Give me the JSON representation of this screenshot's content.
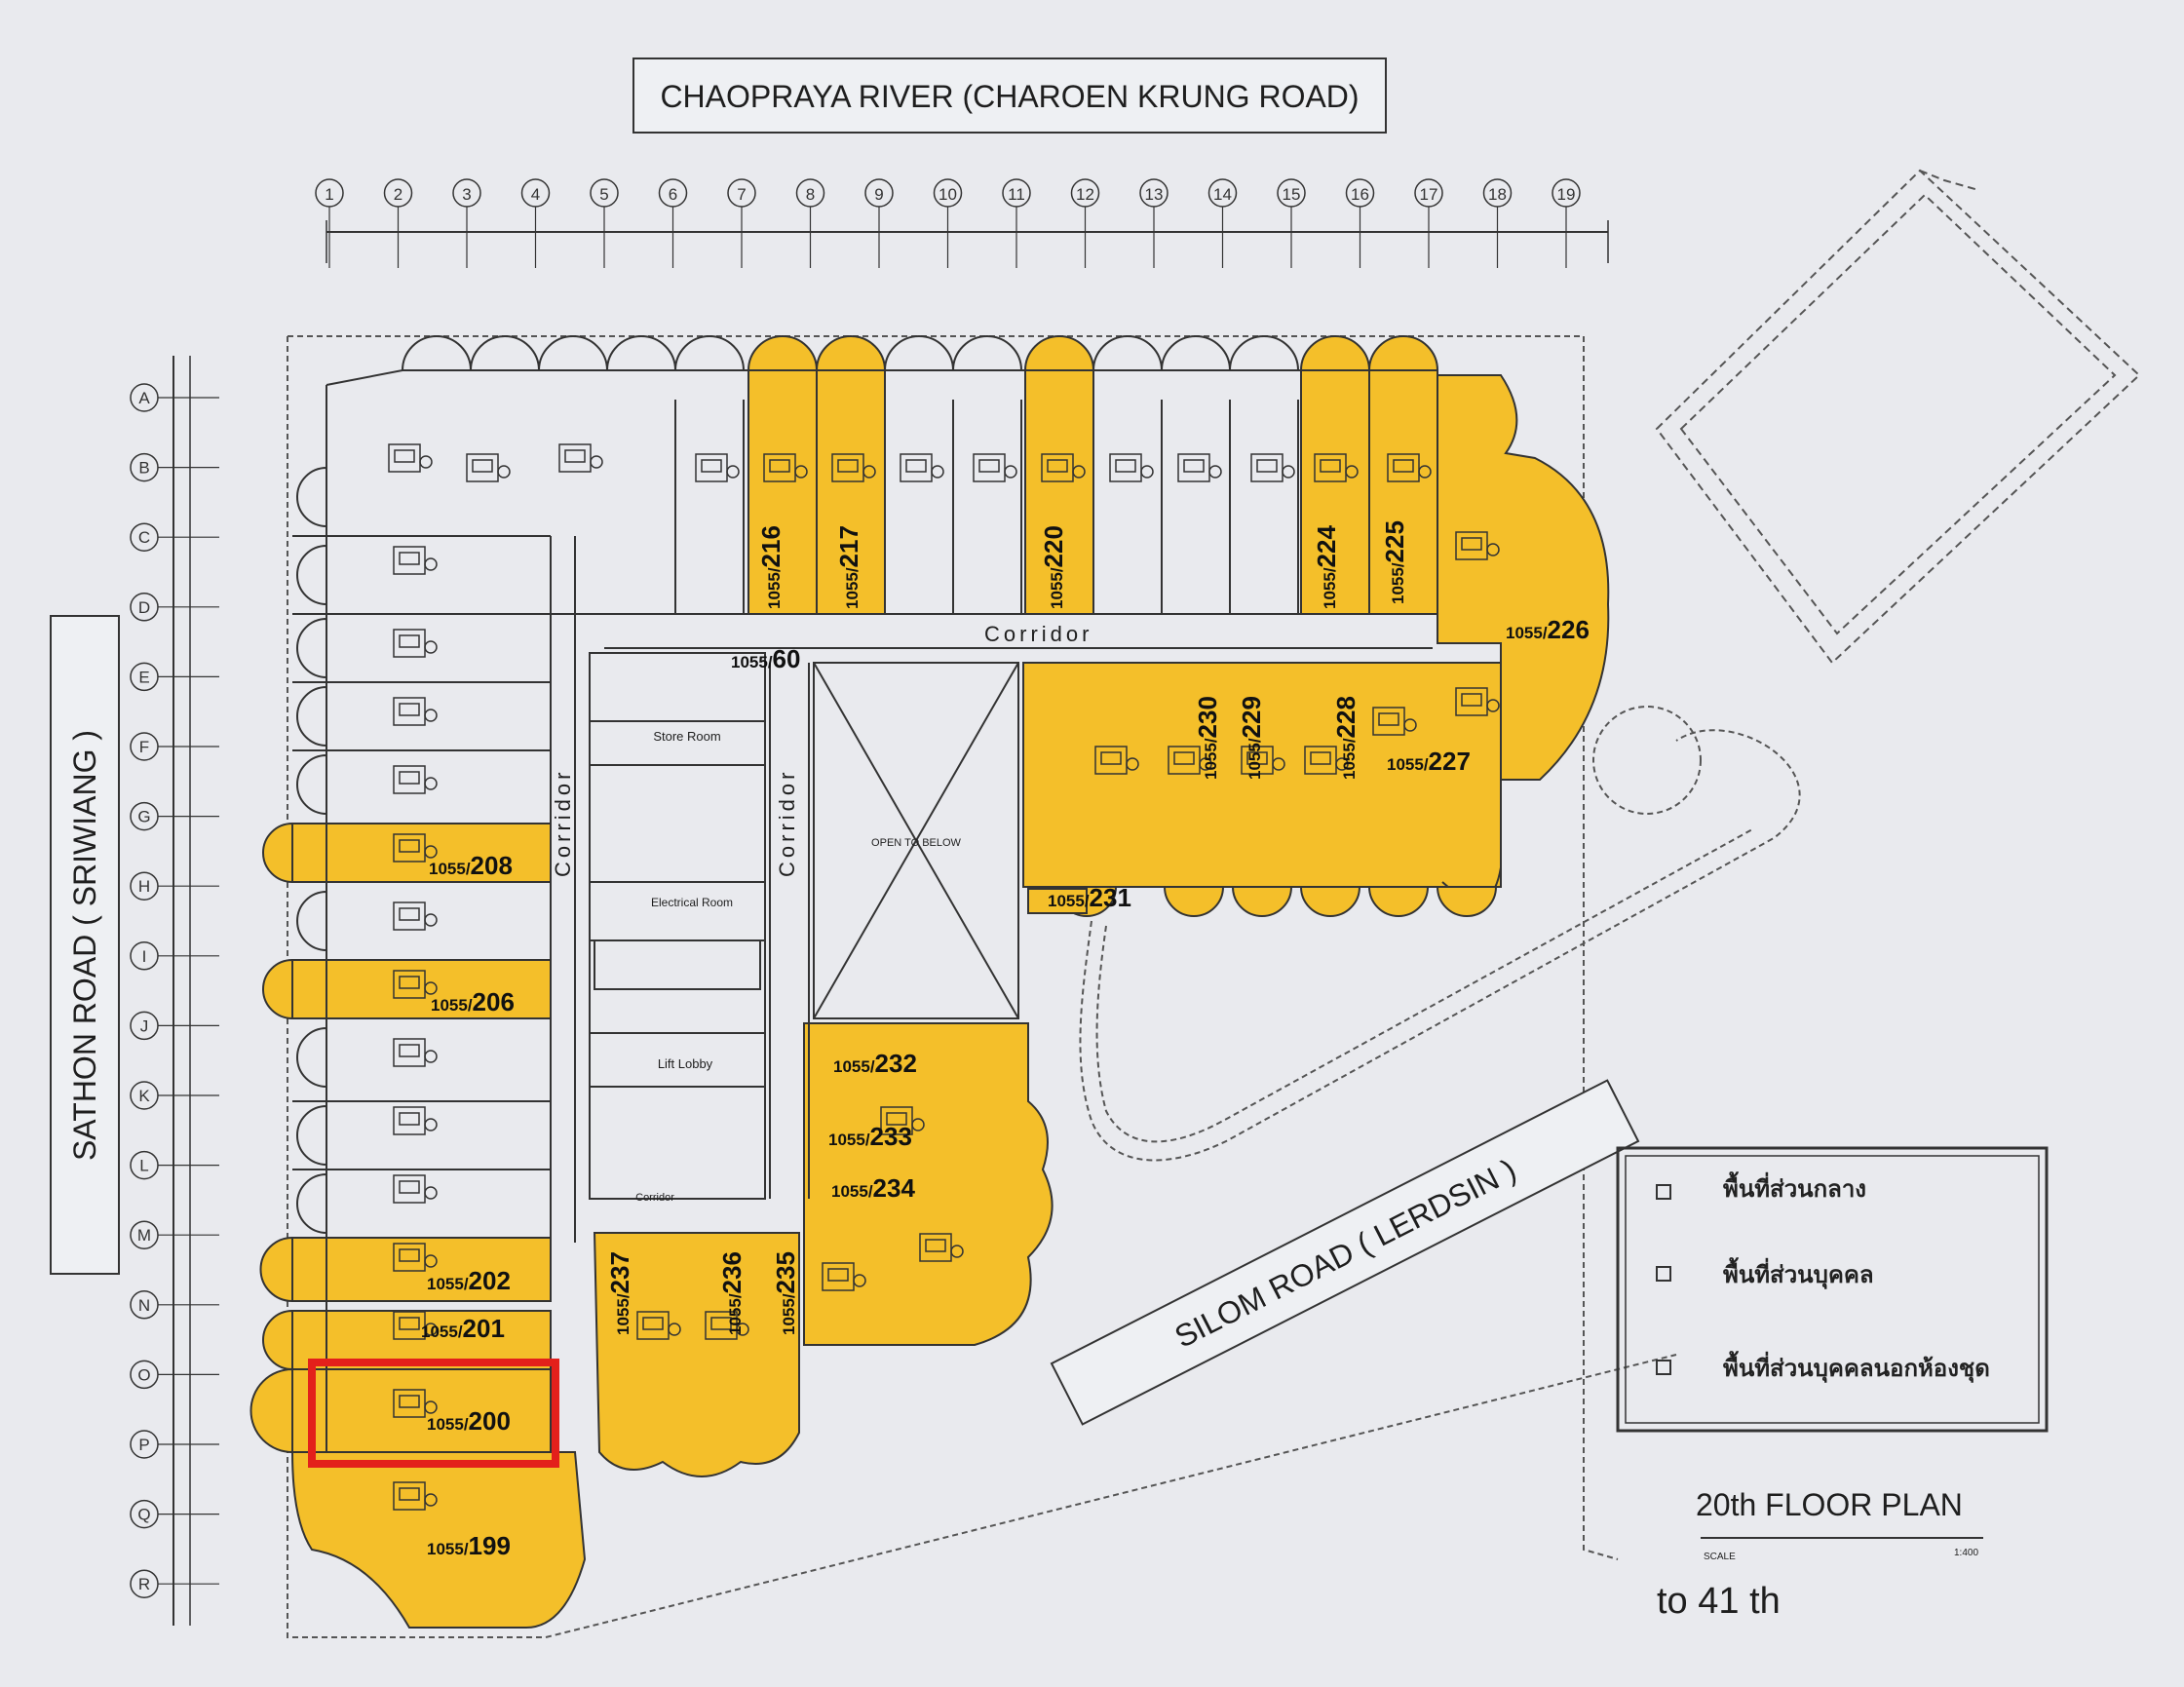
{
  "colors": {
    "background": "#e9eaee",
    "unit_fill": "#f4bf2a",
    "line": "#333333",
    "highlight": "#e3201b"
  },
  "labels": {
    "river": "CHAOPRAYA RIVER (CHAROEN KRUNG ROAD)",
    "sathon": "SATHON ROAD ( SRIWIANG )",
    "silom": "SILOM ROAD ( LERDSIN )",
    "corridor_top": "Corridor",
    "corridor_left": "Corridor",
    "corridor_mid": "Corridor",
    "corridor_small": "Corridor",
    "store_room": "Store Room",
    "electrical_room": "Electrical Room",
    "lift_lobby": "Lift Lobby",
    "open_to_below": "OPEN TO BELOW",
    "floor_plan": "20th FLOOR PLAN",
    "scale_label": "SCALE",
    "scale_value": "1:400",
    "floor_range": "to 41 th"
  },
  "legend": [
    {
      "text": "พื้นที่ส่วนกลาง"
    },
    {
      "text": "พื้นที่ส่วนบุคคล"
    },
    {
      "text": "พื้นที่ส่วนบุคคลนอกห้องชุด"
    }
  ],
  "grid_columns": [
    "1",
    "2",
    "3",
    "4",
    "5",
    "6",
    "7",
    "8",
    "9",
    "10",
    "11",
    "12",
    "13",
    "14",
    "15",
    "16",
    "17",
    "18",
    "19"
  ],
  "grid_rows": [
    "A",
    "B",
    "C",
    "D",
    "E",
    "F",
    "G",
    "H",
    "I",
    "J",
    "K",
    "L",
    "M",
    "N",
    "O",
    "P",
    "Q",
    "R"
  ],
  "units": [
    {
      "prefix": "1055/",
      "num": "216"
    },
    {
      "prefix": "1055/",
      "num": "217"
    },
    {
      "prefix": "1055/",
      "num": "220"
    },
    {
      "prefix": "1055/",
      "num": "224"
    },
    {
      "prefix": "1055/",
      "num": "225"
    },
    {
      "prefix": "1055/",
      "num": "226"
    },
    {
      "prefix": "1055/",
      "num": "60"
    },
    {
      "prefix": "1055/",
      "num": "230"
    },
    {
      "prefix": "1055/",
      "num": "229"
    },
    {
      "prefix": "1055/",
      "num": "228"
    },
    {
      "prefix": "1055/",
      "num": "227"
    },
    {
      "prefix": "1055/",
      "num": "231"
    },
    {
      "prefix": "1055/",
      "num": "208"
    },
    {
      "prefix": "1055/",
      "num": "206"
    },
    {
      "prefix": "1055/",
      "num": "232"
    },
    {
      "prefix": "1055/",
      "num": "233"
    },
    {
      "prefix": "1055/",
      "num": "234"
    },
    {
      "prefix": "1055/",
      "num": "202"
    },
    {
      "prefix": "1055/",
      "num": "237"
    },
    {
      "prefix": "1055/",
      "num": "236"
    },
    {
      "prefix": "1055/",
      "num": "235"
    },
    {
      "prefix": "1055/",
      "num": "201"
    },
    {
      "prefix": "1055/",
      "num": "200"
    },
    {
      "prefix": "1055/",
      "num": "199"
    }
  ]
}
